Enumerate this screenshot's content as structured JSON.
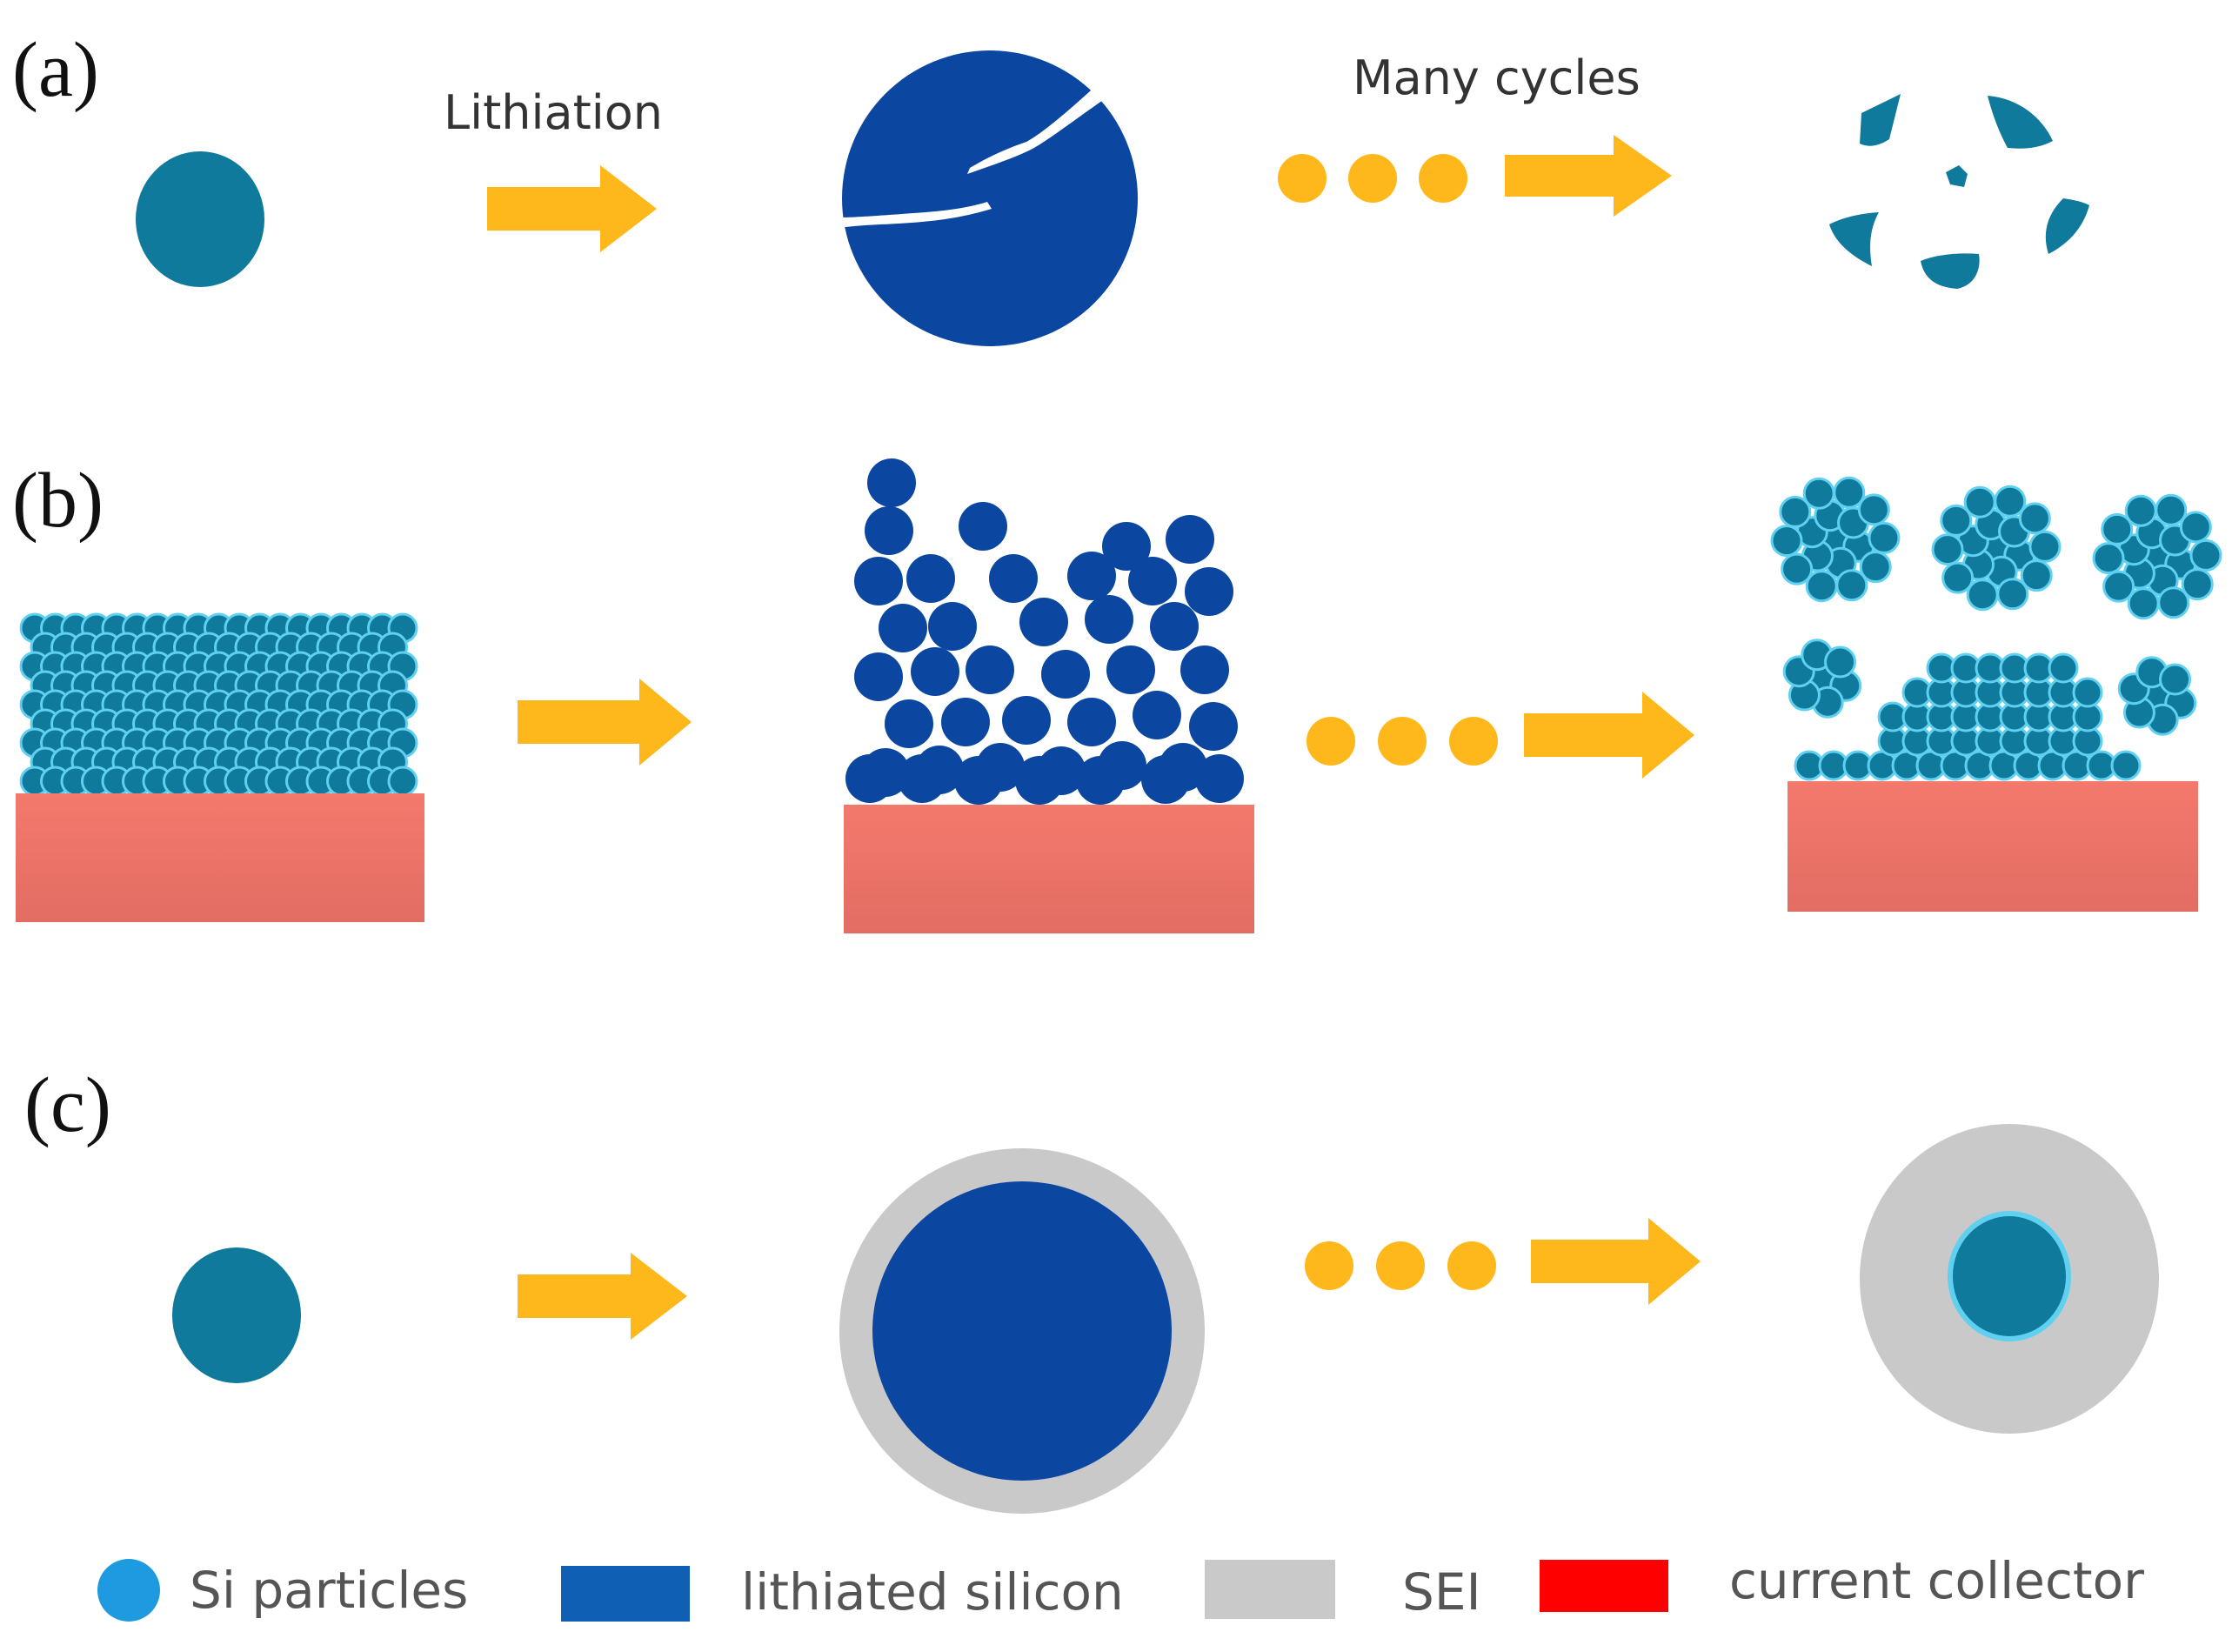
{
  "colors": {
    "si": "#0f7a9c",
    "si_edge": "#5fd0f0",
    "lithiated": "#0b47a1",
    "sei": "#c9c9c9",
    "collector": "#f07a6e",
    "arrow": "#ffb81c",
    "legend_si": "#1e9be0",
    "legend_lithiated": "#0f5fb5",
    "legend_sei": "#c9c9c9",
    "legend_collector": "#ff0000"
  },
  "panels": {
    "a": {
      "label": "(a)",
      "lithiation_label": "Lithiation",
      "cycles_label": "Many cycles"
    },
    "b": {
      "label": "(b)"
    },
    "c": {
      "label": "(c)"
    }
  },
  "legend": {
    "si": "Si particles",
    "lithiated": "lithiated silicon",
    "sei": "SEI",
    "collector": "current collector"
  }
}
